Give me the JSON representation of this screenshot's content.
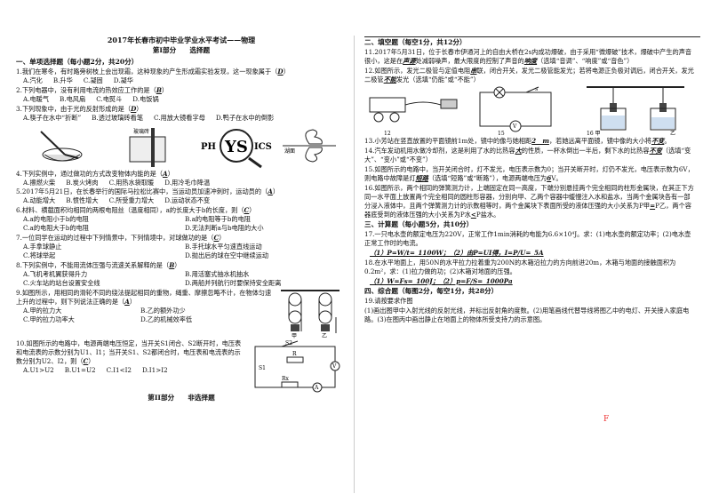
{
  "header": {
    "title": "2017年长春市初中毕业学业水平考试——物理",
    "part1": "第I部分　　选择题"
  },
  "section1": {
    "title": "一、单项选择题（每小题2分，共20分）",
    "q1": {
      "stem": "1.我们在寒冬，有时路旁树枝上会出现霜，这种现象的产生形成霜实验发现，这一现象属于（",
      "answer": "D",
      "end": "）",
      "options": [
        "A.汽化",
        "B.升华",
        "C.凝固",
        "D.凝华"
      ]
    },
    "q2": {
      "stem": "2.下列电器中，没有利用电流的热效应工作的是（",
      "answer": "B",
      "end": "）",
      "options": [
        "A.电暖气",
        "B.电风扇",
        "C.电熨斗",
        "D.电饭锅"
      ]
    },
    "q3": {
      "stem": "3.下列现象中，由于光的反射形成的是（",
      "answer": "D",
      "end": "）",
      "options": [
        "A.筷子在水中“折断”",
        "B.透过玻璃砖看笔",
        "C.用放大镜看字母",
        "D.鸭子在水中的倒影"
      ],
      "fig_labels": [
        "玻璃砖",
        "PH",
        "YS",
        "ICS",
        "湖面"
      ]
    },
    "q4": {
      "stem": "4.下列实例中，通过做功的方式改变物体内能的是（",
      "answer": "A",
      "end": "）",
      "options": [
        "A.擦燃火柴",
        "B.炭火烤肉",
        "C.用热水袋取暖",
        "D.用冷毛巾降温"
      ]
    },
    "q5": {
      "stem": "5.2017年5月21日，在长春举行的国际马拉松比赛中，当运动员加速冲刺时，运动员的（",
      "answer": "A",
      "end": "）",
      "options": [
        "A.动能增大",
        "B.惯性增大",
        "C.所受重力增大",
        "D.运动状态不变"
      ]
    },
    "q6": {
      "stem": "6.材料、横截面积均相同的两根电阻丝（温度相同），a的长度大于b的长度，则（",
      "answer": "C",
      "end": "）",
      "options": [
        "A.a的电阻小于b的电阻",
        "B.a的电阻等于b的电阻",
        "C.a的电阻大于b的电阻",
        "D.无法判断a与b电阻的大小"
      ]
    },
    "q7": {
      "stem": "7.一位同学在运动的过程中下列情景中，下列情境中，对球做功的是（",
      "answer": "C",
      "end": "）",
      "options": [
        "A.手拿球静止",
        "B.手托球水平匀速直线运动",
        "C.将球举起",
        "D.抛出后的球在空中继续运动"
      ]
    },
    "q8": {
      "stem": "8.下列实例中，不能用流体压强与流速关系解释的是（",
      "answer": "B",
      "end": "）",
      "options": [
        "A.飞机考机翼获得升力",
        "B.用活塞式抽水机抽水",
        "C.火车站的站台设置安全线",
        "D.两船并列航行时要保持安全距离"
      ]
    },
    "q9": {
      "stem": "9.如图所示，用相同的滑轮不同的绕法提起相同的重物，绳重、摩擦忽略不计，在物体匀速上升的过程中，则下列说法正确的是（",
      "answer": "A",
      "end": "）",
      "options": [
        "A.甲的拉力大",
        "B.乙的额外功少",
        "C.甲的拉力功率大",
        "D.乙的机械效率低"
      ],
      "fig_labels": [
        "甲",
        "乙"
      ]
    },
    "q10": {
      "stem": "10.如图所示的电路中，电源两端电压恒定，当开关S1闭合、S2断开时，电压表和电流表的示数分别为U1、I1；当开关S1、S2都闭合时，电压表和电流表的示数分别为U2、I2，则（",
      "answer": "C",
      "end": "）",
      "options": [
        "A.U1>U2",
        "B.U1=U2",
        "C.I1<I2",
        "D.I1>I2"
      ],
      "fig_labels": [
        "S2",
        "R",
        "S1",
        "Rx",
        "V",
        "A"
      ]
    }
  },
  "part2": "第II部分　　非选择题",
  "section2": {
    "title": "二、填空题（每空1分，共12分）",
    "q11": {
      "a": "11.2017年5月31日，位于长春市伊通河上的自由大桥在2s内成功爆破，由于采用“微爆破”技术，爆破中产生的声音很小，这是在",
      "blank1": "声源",
      "b": "处减弱噪声，最大限度的控制了声音的",
      "blank2": "响度",
      "c": "（选填“音调”、“响度”或“音色”）"
    },
    "q12": {
      "a": "12.如图所示，发光二极管与定值电阻",
      "blank1": "串",
      "b": "联，闭合开关，发光二极管能发光；若将电源正负极对调后，闭合开关，发光二极管",
      "blank2": "不能",
      "c": "发光（选填“仍能”或“不能”）"
    },
    "fig_caps": [
      "12",
      "15",
      "16 甲",
      "乙"
    ],
    "q13": {
      "a": "13.小芳站在竖直放置的平面镜前1m处，镜中的像与她相距",
      "blank1": "2　m",
      "b": "，若她远离平面镜，镜中像的大小将",
      "blank2": "不变",
      "c": "。"
    },
    "q14": {
      "a": "14.汽车发动机用水做冷却剂，这是利用了水的比热容",
      "blank1": "大",
      "b": "的性质，一杯水倒出一半后，剩下水的比热容",
      "blank2": "不变",
      "c": "（选填“变大”、“变小”或“不变”）"
    },
    "q15": {
      "a": "15.如图所示的电路中，当开关闭合时，灯不发光，电压表示数为0；当开关断开时，灯仍不发光，电压表示数为6V，则电路中故障是灯",
      "blank1": "短路",
      "b": "（选填“短路”或“断路”），电源两端电压为",
      "blank2": "6",
      "c": "V。"
    },
    "q16": {
      "text": "16.如图所示，两个相同的弹簧测力计，上端固定在同一高度，下端分别悬挂两个完全相同的柱形金属块，在其正下方同一水平面上放置两个完全相同的圆柱形容器，分别向甲、乙两个容器中缓慢注入水和盐水，当两个金属块各有一部分浸入液体中，且两个弹簧测力计的示数相等时，两个金属块下表面所受的液体压强的大小关系为P甲",
      "blank1": "=",
      "b": "P乙，两个容器底受到的液体压强的大小关系为P水",
      "blank2": "<",
      "c": "P盐水。"
    }
  },
  "section3": {
    "title": "三、计算题（每小题5分，共10分）",
    "q17": "17.一只电水壶的额定电压为220V，正常工作1min消耗的电能为6.6×10⁴J。求：(1)电水壶的额定功率；(2)电水壶正常工作时的电流。",
    "q17_ans": "（1）P=W/t=_1100W；（2）由P=UI得，I=P/U=_5A",
    "q18": "18.在水平地面上，用50N的水平拉力拉着重为200N的木箱沿拉力的方向前进20m，木箱与地面的接触面积为0.2m²，求：(1)拉力做的功；(2)木箱对地面的压强。",
    "q18_ans": "（1）W=Fs=_100J；（2）p=F/S=_1000Pa"
  },
  "section4": {
    "title": "四、综合题（每图2分，每空1分，共28分）",
    "q19": "19.请按要求作图",
    "q19_detail": "(1)画出图甲中入射光线的反射光线，并标出反射角的度数。(2)用笔画线代替导线将图乙中的电灯、开关接入家庭电路。(3)在图丙中画出静止在地面上的物体所受支持力的示意图。",
    "red_mark": "F"
  }
}
